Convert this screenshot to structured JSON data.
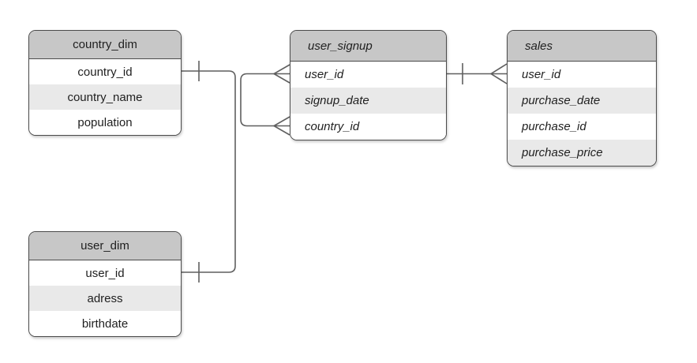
{
  "diagram": {
    "kind": "entity-relationship-diagram",
    "background": "#ffffff"
  },
  "colors": {
    "header_fill": "#c7c7c7",
    "alt_row_fill": "#e9e9e9",
    "row_fill": "#ffffff",
    "entity_border": "#4b4b4b",
    "connector": "#5f5f5f",
    "text": "#1f1f1f"
  },
  "tables": [
    {
      "title": "country_dim",
      "fields": [
        "country_id",
        "country_name",
        "population"
      ]
    },
    {
      "title": "user_signup",
      "fields": [
        "user_id",
        "signup_date",
        "country_id"
      ]
    },
    {
      "title": "sales",
      "fields": [
        "user_id",
        "purchase_date",
        "purchase_id",
        "purchase_price"
      ]
    },
    {
      "title": "user_dim",
      "fields": [
        "user_id",
        "adress",
        "birthdate"
      ]
    }
  ],
  "relationships": [
    {
      "from": "country_dim.country_id",
      "from_cardinality": "one",
      "to": "user_signup.country_id",
      "to_cardinality": "many"
    },
    {
      "from": "user_dim.user_id",
      "from_cardinality": "one",
      "to": "user_signup.user_id",
      "to_cardinality": "many"
    },
    {
      "from": "user_signup.user_id",
      "from_cardinality": "one",
      "to": "sales.user_id",
      "to_cardinality": "many"
    }
  ]
}
